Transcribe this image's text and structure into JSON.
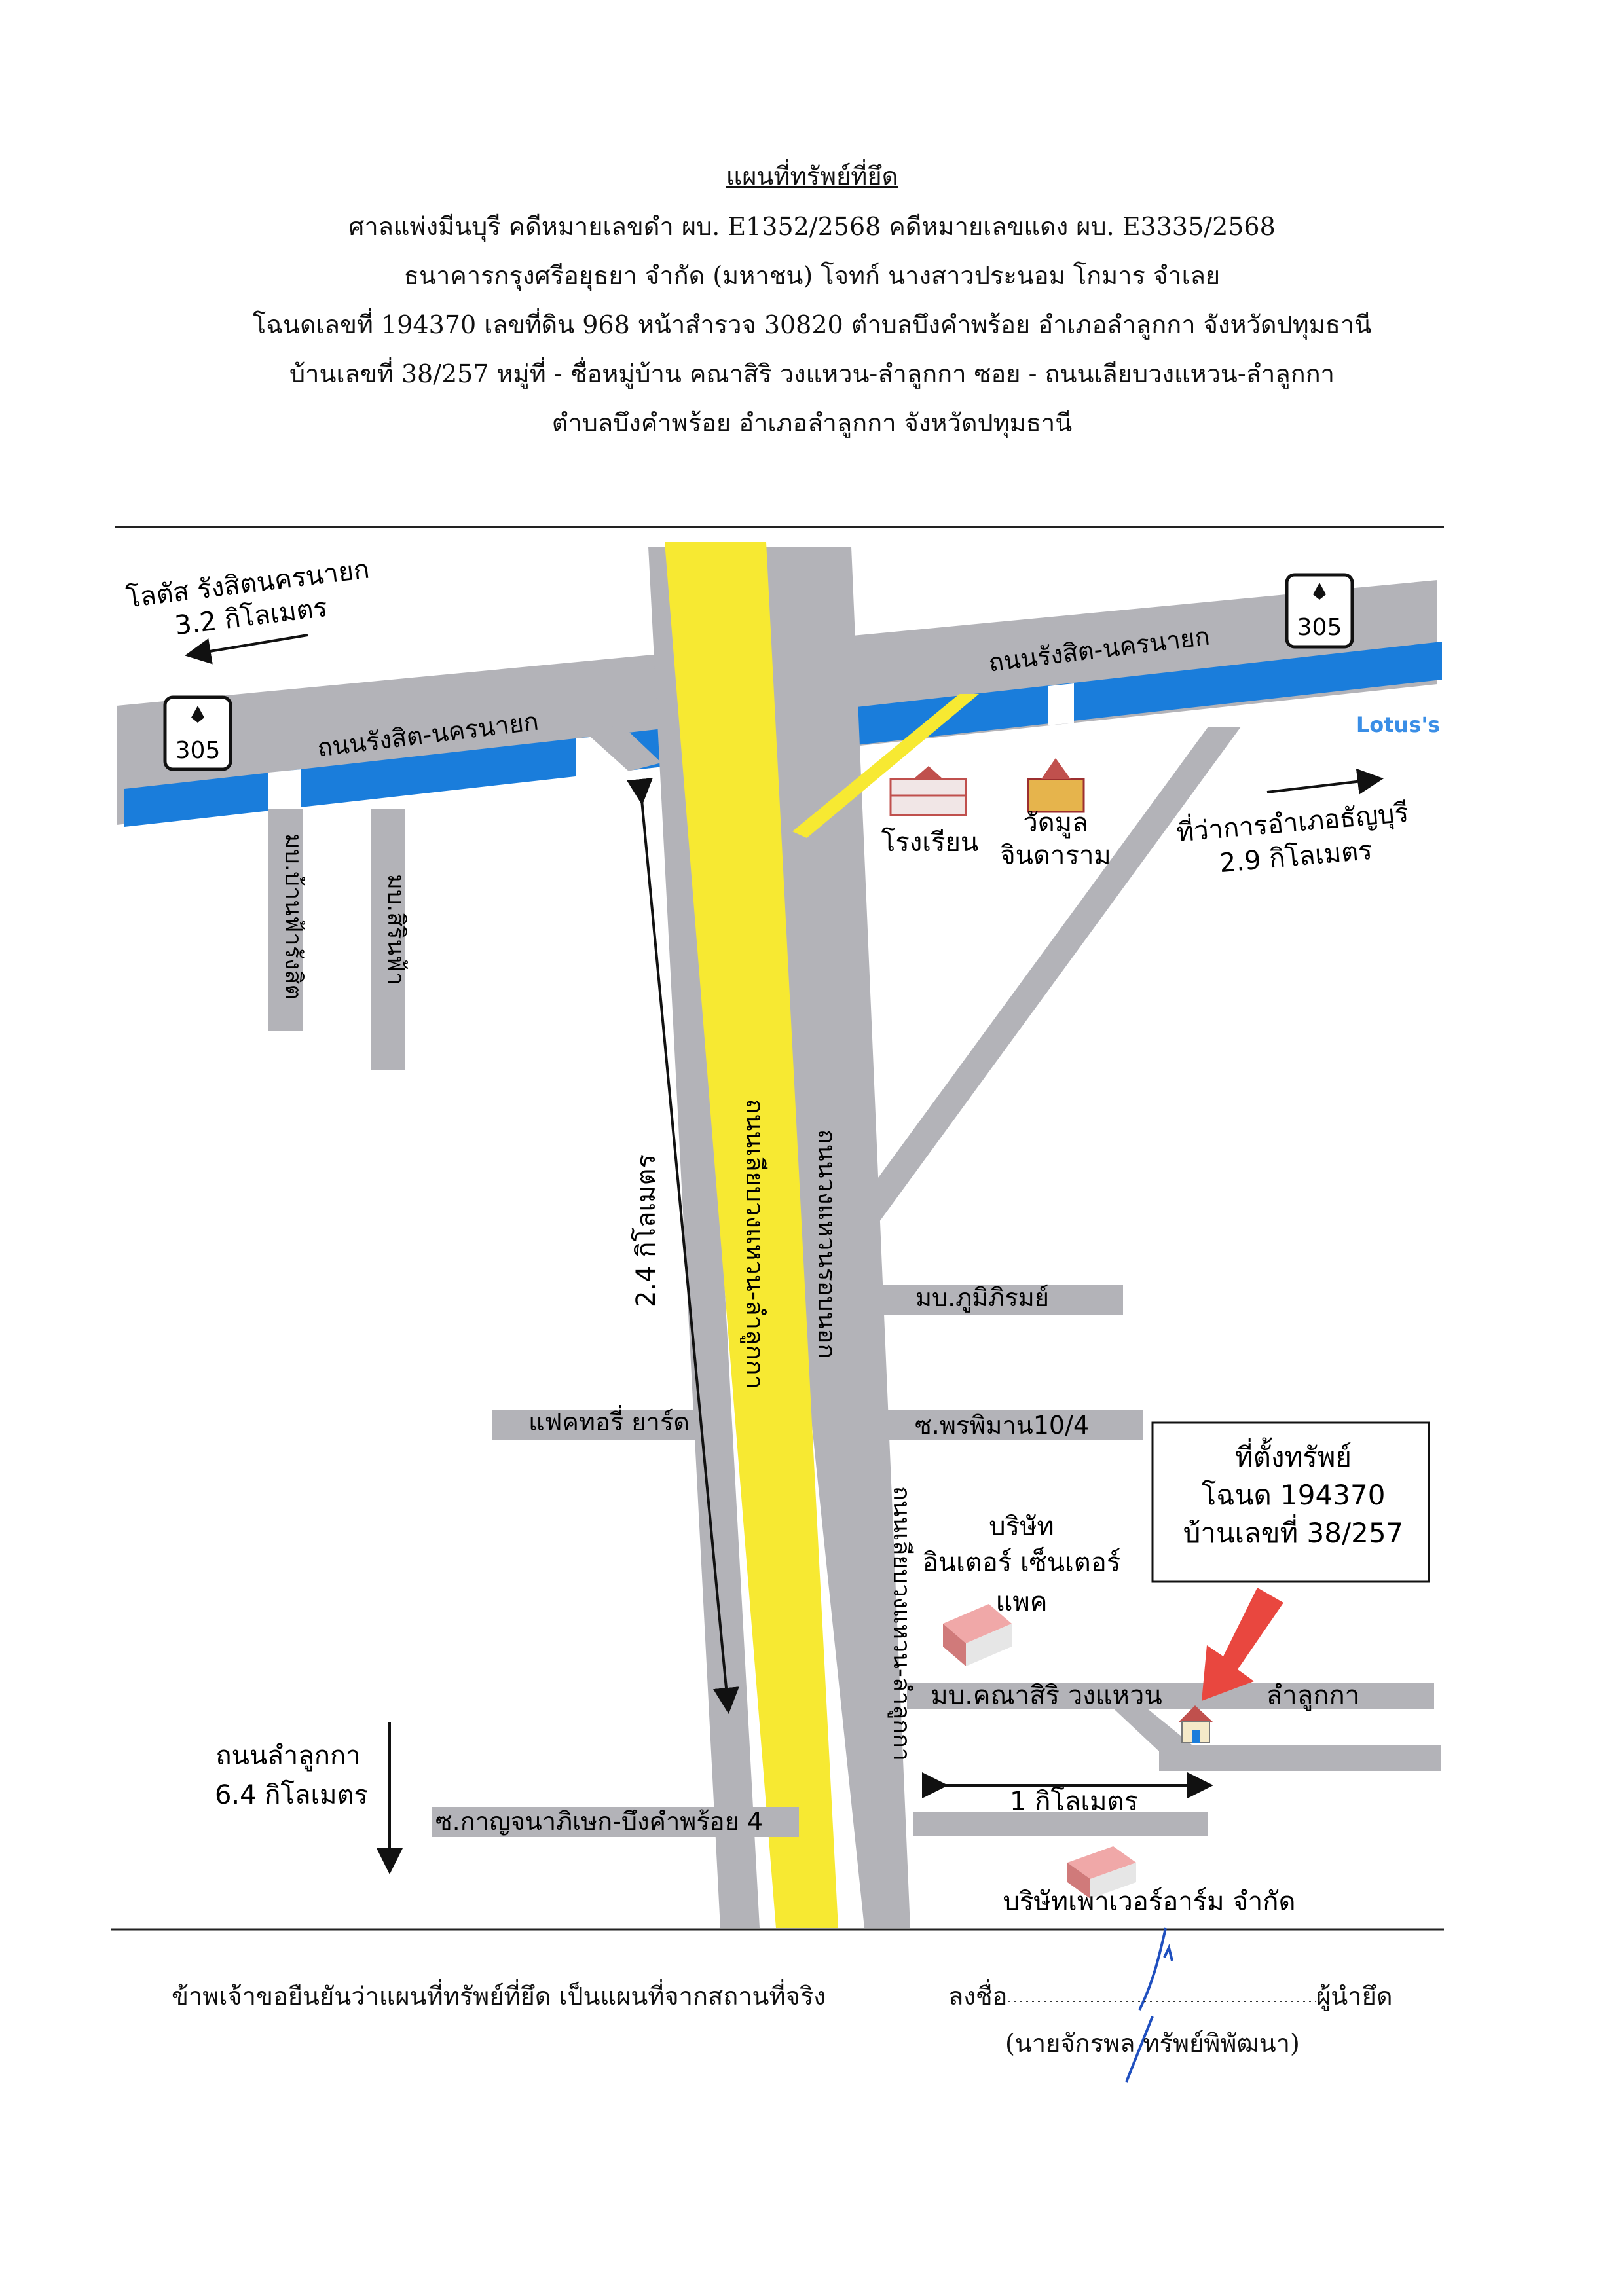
{
  "header": {
    "title": "แผนที่ทรัพย์ที่ยึด",
    "line1": "ศาลแพ่งมีนบุรี   คดีหมายเลขดำ ผบ. E1352/2568   คดีหมายเลขแดง ผบ. E3335/2568",
    "line2": "ธนาคารกรุงศรีอยุธยา จำกัด (มหาชน)   โจทก์   นางสาวประนอม   โกมาร   จำเลย",
    "line3": "โฉนดเลขที่ 194370  เลขที่ดิน 968   หน้าสำรวจ 30820  ตำบลบึงคำพร้อย  อำเภอลำลูกกา  จังหวัดปทุมธานี",
    "line4": "บ้านเลขที่ 38/257   หมู่ที่ - ชื่อหมู่บ้าน คณาสิริ วงแหวน-ลำลูกกา   ซอย -  ถนนเลียบวงแหวน-ลำลูกกา",
    "line5": "ตำบลบึงคำพร้อย  อำเภอลำลูกกา  จังหวัดปทุมธานี"
  },
  "map": {
    "lotus_left": "โลตัส รังสิตนครนายก",
    "lotus_left_dist": "3.2 กิโลเมตร",
    "route_number": "305",
    "road_rangsit_left": "ถนนรังสิต-นครนายก",
    "road_rangsit_right": "ถนนรังสิต-นครนายก",
    "lotus_logo": "Lotus's",
    "school": "โรงเรียน",
    "temple_line1": "วัดมูล",
    "temple_line2": "จินดาราม",
    "district_office": "ที่ว่าการอำเภอธัญบุรี",
    "district_office_dist": "2.9 กิโลเมตร",
    "village_a": "มบ.บ้านฟ้ารังสิต",
    "village_b": "มบ.สิรินฟ้า",
    "dist_vertical": "2.4 กิโลเมตร",
    "road_liap_west": "ถนนเลียบวงแหวน-ลำลูกกา",
    "road_main": "ถนนวงแหวนรอบนอก",
    "road_liap_east": "ถนนเลียบวงแหวน-ลำลูกกา",
    "phumiphirom": "มบ.ภูมิภิรมย์",
    "factory_yard": "แฟคทอรี่ ยาร์ด",
    "soi_phonphiman": "ซ.พรพิมาน10/4",
    "property_line1": "ที่ตั้งทรัพย์",
    "property_line2": "โฉนด 194370",
    "property_line3": "บ้านเลขที่ 38/257",
    "company_inter_1": "บริษัท",
    "company_inter_2": "อินเตอร์ เซ็นเตอร์",
    "company_inter_3": "แพค",
    "kanasiri": "มบ.คณาสิริ วงแหวน",
    "lamlukka": "ลำลูกกา",
    "dist_1km": "1 กิโลเมตร",
    "lamlukka_road": "ถนนลำลูกกา",
    "lamlukka_road_dist": "6.4 กิโลเมตร",
    "soi_kanchana": "ซ.กาญจนาภิเษก-บึงคำพร้อย 4",
    "powerfarm": "บริษัทเพาเวอร์อาร์ม จำกัด",
    "colors": {
      "road": "#b3b3b8",
      "main_road": "#f7e932",
      "canal": "#1a7ddb",
      "arrow": "#e9473f",
      "lotus": "#3a8ee6"
    }
  },
  "footer": {
    "confirm": "ข้าพเจ้าขอยืนยันว่าแผนที่ทรัพย์ที่ยึด เป็นแผนที่จากสถานที่จริง",
    "sign_label": "ลงชื่อ",
    "sign_role": "ผู้นำยึด",
    "signer": "(นายจักรพล   ทรัพย์พิพัฒนา)"
  }
}
